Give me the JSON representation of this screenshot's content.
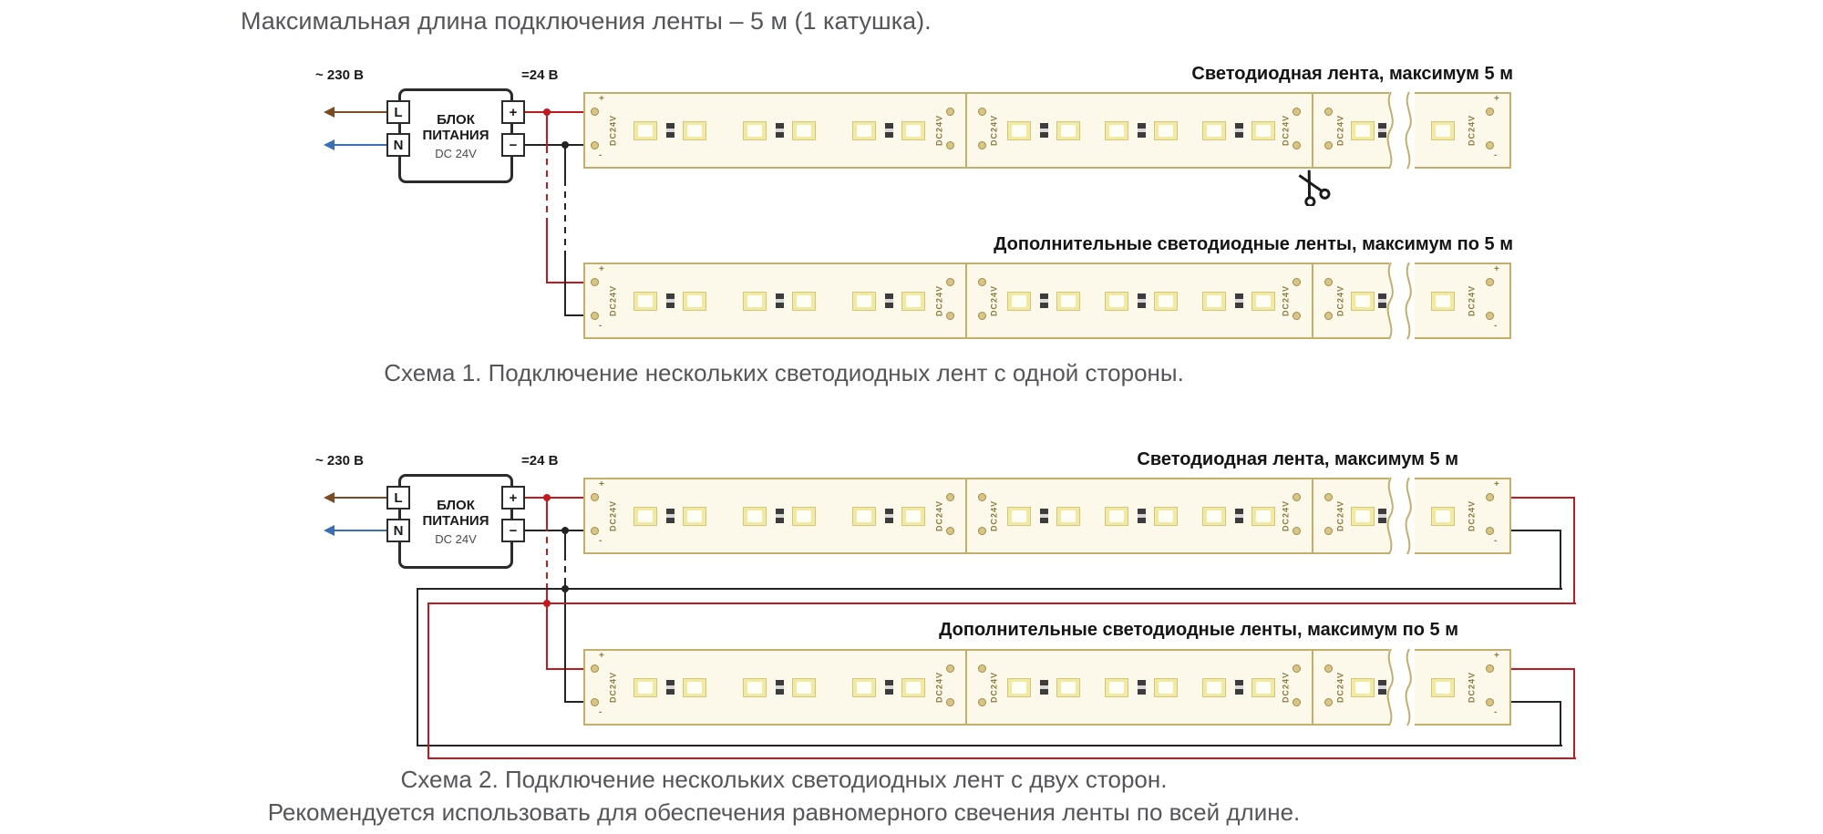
{
  "title": "Максимальная длина подключения ленты – 5 м (1 катушка).",
  "colors": {
    "wire_red": "#c2181f",
    "wire_black": "#262324",
    "arrow_brown": "#7c4a23",
    "arrow_blue": "#3a6fb7",
    "strip_tan": "#c4ae6b",
    "strip_bg": "#fcf9ea",
    "led_fill": "#f2e9a2",
    "led_border": "#d4c67c",
    "resistor": "#3d3b3c",
    "pad_fill": "#d9c684",
    "marking_text": "#8a7a40",
    "caption_gray": "#55565a"
  },
  "psu": {
    "input_label": "~ 230 В",
    "output_label": "=24 В",
    "name_line1": "БЛОК",
    "name_line2": "ПИТАНИЯ",
    "voltage": "DC 24V",
    "terminals": {
      "l": "L",
      "n": "N",
      "plus": "+",
      "minus": "−"
    }
  },
  "strip": {
    "marking": "DC24V",
    "plus": "+",
    "minus": "-"
  },
  "schemes": [
    {
      "id": 1,
      "strip1_label": "Светодиодная лента, максимум 5 м",
      "strip2_label": "Дополнительные светодиодные ленты, максимум по 5 м",
      "caption": "Схема 1. Подключение нескольких светодиодных лент с одной стороны."
    },
    {
      "id": 2,
      "strip1_label": "Светодиодная лента, максимум 5 м",
      "strip2_label": "Дополнительные светодиодные ленты, максимум по 5 м",
      "caption": "Схема 2. Подключение нескольких светодиодных лент с двух сторон.",
      "caption2": "Рекомендуется использовать для обеспечения равномерного свечения ленты по всей длине."
    }
  ]
}
